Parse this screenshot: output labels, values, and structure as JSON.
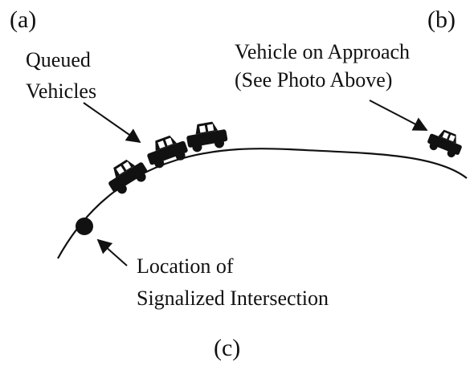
{
  "panel_labels": {
    "a": "(a)",
    "b": "(b)",
    "c": "(c)"
  },
  "annotations": {
    "queued": {
      "line1": "Queued",
      "line2": "Vehicles"
    },
    "approach": {
      "line1": "Vehicle on Approach",
      "line2": "(See Photo Above)"
    },
    "intersection": {
      "line1": "Location of",
      "line2": "Signalized Intersection"
    }
  },
  "colors": {
    "ink": "#111111",
    "background": "#ffffff"
  },
  "icons": [
    "car-icon",
    "intersection-marker-icon",
    "arrow-icon"
  ]
}
